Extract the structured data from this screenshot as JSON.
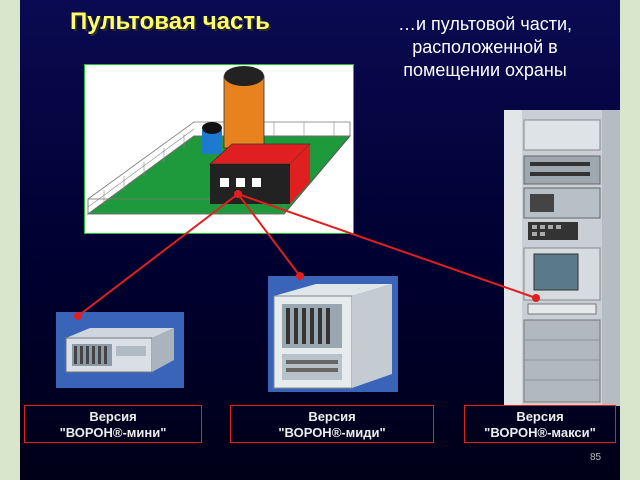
{
  "slide": {
    "title": "Пультовая часть",
    "subtitle": "…и пультовой части, расположенной в помещении охраны",
    "page_number": "85"
  },
  "versions": [
    {
      "line1": "Версия",
      "line2": "\"ВОРОН®-мини\""
    },
    {
      "line1": "Версия",
      "line2": "\"ВОРОН®-миди\""
    },
    {
      "line1": "Версия",
      "line2": "\"ВОРОН®-макси\""
    }
  ],
  "colors": {
    "accent_red": "#e02020",
    "title_yellow": "#ffff66",
    "slide_bg": "#0a0a52",
    "ground_green": "#1e9a3c",
    "tower_orange": "#e8821e",
    "roof_red": "#e02020"
  },
  "icons": [
    "facility-scene-icon",
    "server-rack-icon",
    "desktop-unit-icon",
    "cabinet-unit-icon"
  ]
}
